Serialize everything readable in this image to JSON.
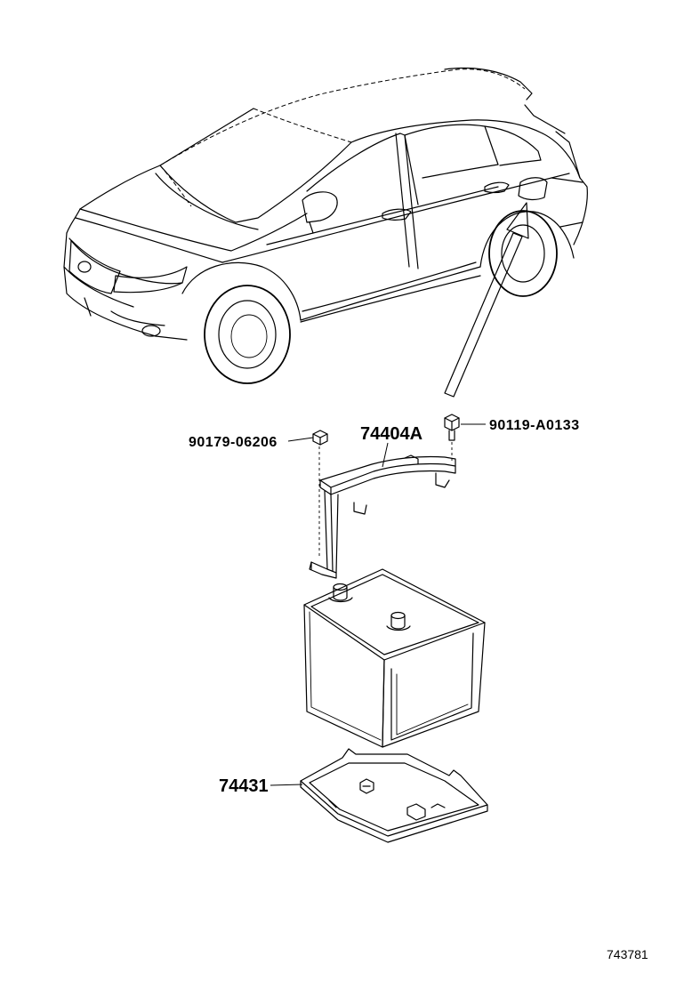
{
  "diagram": {
    "callouts": {
      "hold_down_nut": "90179-06206",
      "clamp": "74404A",
      "bolt": "90119-A0133",
      "battery_tray": "74431"
    },
    "reference_number": "743781"
  }
}
